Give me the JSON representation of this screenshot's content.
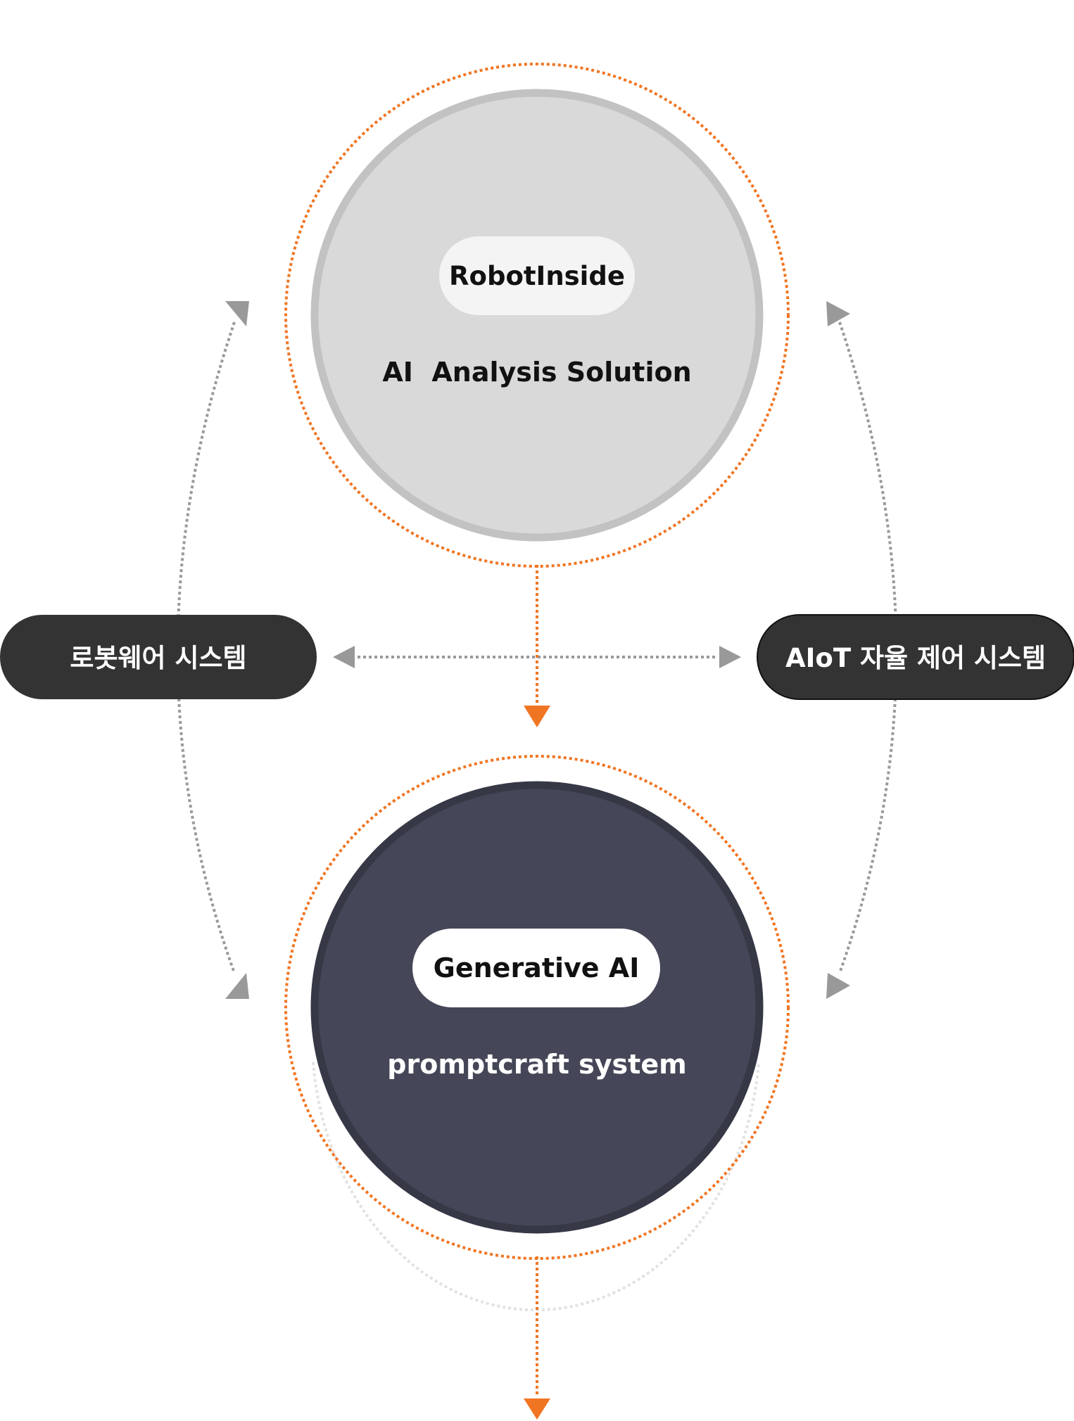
{
  "top_node": {
    "badge": "RobotInside",
    "subtitle": "AI  Analysis Solution"
  },
  "bottom_node": {
    "badge": "Generative AI",
    "subtitle": "promptcraft system"
  },
  "left_node": {
    "label": "로봇웨어 시스템"
  },
  "right_node": {
    "label": "AIoT 자율 제어 시스템"
  },
  "colors": {
    "accent_orange": "#f07522",
    "top_circle_fill": "#d9d9d9",
    "top_circle_ring": "#c2c2c2",
    "bottom_circle_fill": "#454657",
    "bottom_circle_ring": "#373846",
    "side_pill_fill": "#333333",
    "connector_gray": "#999999",
    "badge_light": "#f4f4f4",
    "badge_white": "#ffffff"
  },
  "icons": {
    "arrowheads": "triangle-arrow-icon"
  }
}
